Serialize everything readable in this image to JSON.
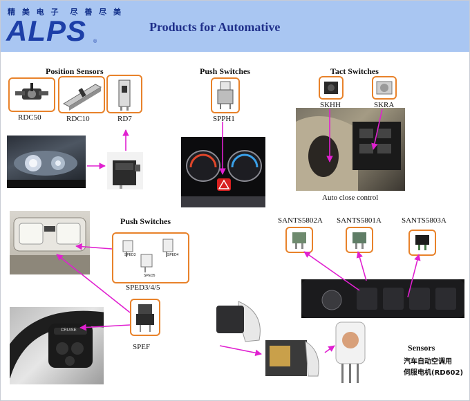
{
  "header": {
    "brand_tagline": "精 美 电 子　尽 善 尽 美",
    "brand_logo": "ALPS",
    "brand_reg": "®",
    "title": "Products for Automative"
  },
  "sections": {
    "position_sensors": "Position Sensors",
    "push_switches_top": "Push Switches",
    "tact_switches": "Tact Switches",
    "push_switches_bottom": "Push Switches",
    "sensors": "Sensors"
  },
  "products": {
    "rdc50": "RDC50",
    "rdc10": "RDC10",
    "rd7": "RD7",
    "spph1": "SPPH1",
    "skhh": "SKHH",
    "skra": "SKRA",
    "sped": "SPED3/4/5",
    "spef": "SPEF",
    "sants5802a": "SANTS5802A",
    "sants5801a": "SANTS5801A",
    "sants5803a": "SANTS5803A"
  },
  "captions": {
    "auto_close": "Auto close control",
    "sensors_cn_1": "汽车自动空调用",
    "sensors_cn_2": "伺服电机(RD602)"
  },
  "sped_parts": {
    "sped3": "SPED3",
    "sped4": "SPED4",
    "sped5": "SPED5"
  },
  "wheel_button": "CRUISE",
  "colors": {
    "header_bg": "#a9c6f2",
    "brand_blue": "#1d3fa8",
    "title_blue": "#1f2f8a",
    "frame_orange": "#e8822a",
    "arrow_magenta": "#e020d0"
  }
}
